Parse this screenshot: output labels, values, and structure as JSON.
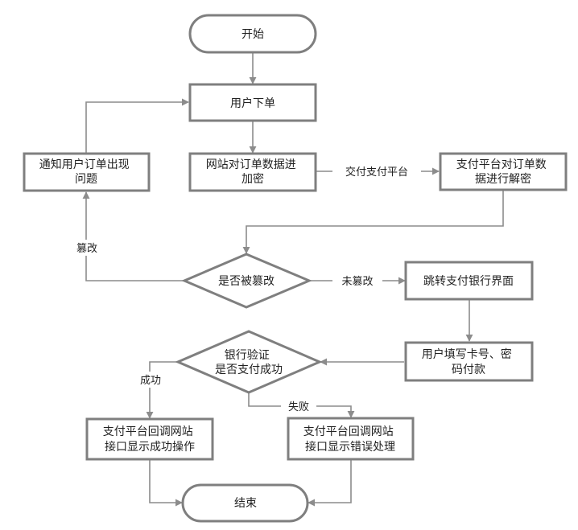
{
  "nodes": {
    "start": {
      "lines": [
        "开始"
      ]
    },
    "user_order": {
      "lines": [
        "用户下单"
      ]
    },
    "encrypt": {
      "lines": [
        "网站对订单数据进",
        "加密"
      ]
    },
    "decrypt": {
      "lines": [
        "支付平台对订单数",
        "据进行解密"
      ]
    },
    "notify": {
      "lines": [
        "通知用户订单出现",
        "问题"
      ]
    },
    "tampered": {
      "lines": [
        "是否被篡改"
      ]
    },
    "bank_page": {
      "lines": [
        "跳转支付银行界面"
      ]
    },
    "fill_card": {
      "lines": [
        "用户填写卡号、密",
        "码付款"
      ]
    },
    "bank_verify": {
      "lines": [
        "银行验证",
        "是否支付成功"
      ]
    },
    "callback_success": {
      "lines": [
        "支付平台回调网站",
        "接口显示成功操作"
      ]
    },
    "callback_fail": {
      "lines": [
        "支付平台回调网站",
        "接口显示错误处理"
      ]
    },
    "end": {
      "lines": [
        "结束"
      ]
    }
  },
  "edge_labels": {
    "to_platform": "交付支付平台",
    "tampered_yes": "篡改",
    "tampered_no": "未篡改",
    "success": "成功",
    "fail": "失败"
  },
  "colors": {
    "box_stroke": "#7f7f7f",
    "edge_stroke": "#8c8c8c",
    "text": "#222222",
    "background": "#ffffff"
  }
}
